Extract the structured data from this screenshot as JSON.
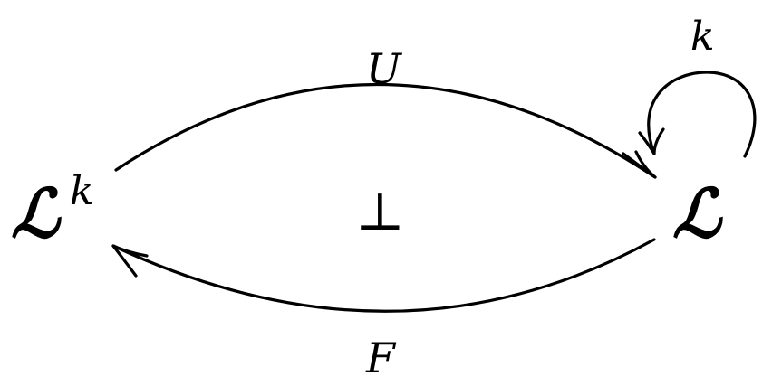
{
  "diagram": {
    "objects": {
      "left": {
        "symbol": "ℒ",
        "superscript": "k"
      },
      "right": {
        "symbol": "ℒ"
      }
    },
    "morphisms": {
      "upper": {
        "label": "U",
        "from": "left",
        "to": "right"
      },
      "lower": {
        "label": "F",
        "from": "right",
        "to": "left"
      },
      "loop": {
        "label": "k",
        "on": "right"
      }
    },
    "center_symbol": "⊥",
    "colors": {
      "ink": "#000000",
      "background": "#ffffff"
    }
  }
}
